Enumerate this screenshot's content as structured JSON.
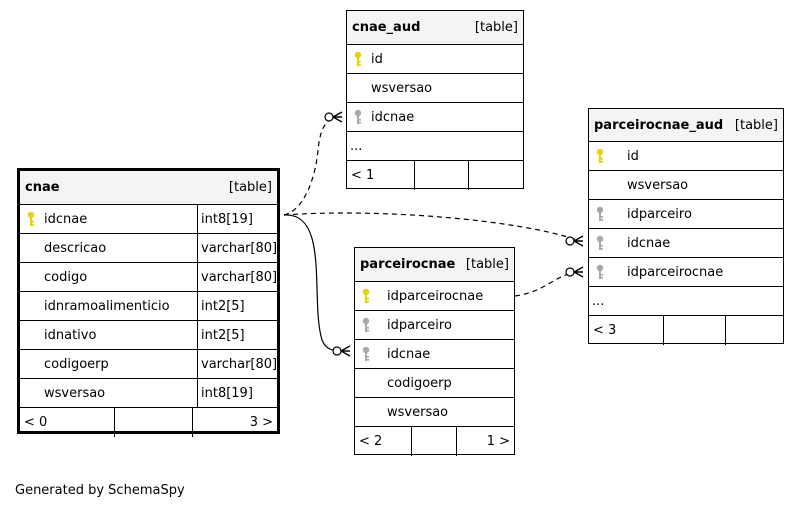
{
  "diagram": {
    "generated_by": "Generated by SchemaSpy",
    "tables": {
      "cnae": {
        "name": "cnae",
        "kind": "[table]",
        "columns": [
          {
            "name": "idcnae",
            "type": "int8[19]",
            "key": "primary"
          },
          {
            "name": "descricao",
            "type": "varchar[80]",
            "key": "none"
          },
          {
            "name": "codigo",
            "type": "varchar[80]",
            "key": "none"
          },
          {
            "name": "idnramoalimenticio",
            "type": "int2[5]",
            "key": "none"
          },
          {
            "name": "idnativo",
            "type": "int2[5]",
            "key": "none"
          },
          {
            "name": "codigoerp",
            "type": "varchar[80]",
            "key": "none"
          },
          {
            "name": "wsversao",
            "type": "int8[19]",
            "key": "none"
          }
        ],
        "footer": {
          "parents": "< 0",
          "children": "3 >"
        }
      },
      "cnae_aud": {
        "name": "cnae_aud",
        "kind": "[table]",
        "columns": [
          {
            "name": "id",
            "key": "primary"
          },
          {
            "name": "wsversao",
            "key": "none"
          },
          {
            "name": "idcnae",
            "key": "foreign"
          },
          {
            "name": "...",
            "key": "none"
          }
        ],
        "footer": {
          "parents": "< 1",
          "children": ""
        }
      },
      "parceirocnae": {
        "name": "parceirocnae",
        "kind": "[table]",
        "columns": [
          {
            "name": "idparceirocnae",
            "key": "primary"
          },
          {
            "name": "idparceiro",
            "key": "foreign"
          },
          {
            "name": "idcnae",
            "key": "foreign"
          },
          {
            "name": "codigoerp",
            "key": "none"
          },
          {
            "name": "wsversao",
            "key": "none"
          }
        ],
        "footer": {
          "parents": "< 2",
          "children": "1 >"
        }
      },
      "parceirocnae_aud": {
        "name": "parceirocnae_aud",
        "kind": "[table]",
        "columns": [
          {
            "name": "id",
            "key": "primary"
          },
          {
            "name": "wsversao",
            "key": "none"
          },
          {
            "name": "idparceiro",
            "key": "foreign"
          },
          {
            "name": "idcnae",
            "key": "foreign"
          },
          {
            "name": "idparceirocnae",
            "key": "foreign"
          },
          {
            "name": "...",
            "key": "none"
          }
        ],
        "footer": {
          "parents": "< 3",
          "children": ""
        }
      }
    },
    "key_colors": {
      "primary": "#e8d200",
      "foreign": "#a8a8a8"
    }
  }
}
